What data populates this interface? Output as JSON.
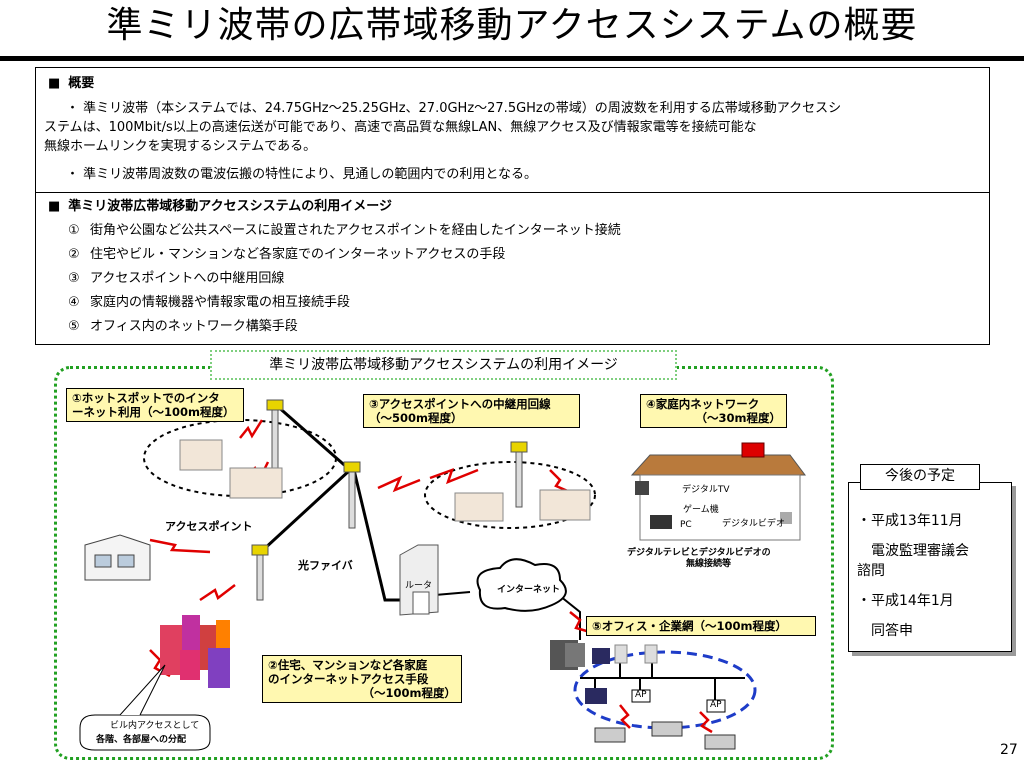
{
  "title": "準ミリ波帯の広帯域移動アクセスシステムの概要",
  "overview": {
    "heading": "概要",
    "bullet1_line1": "・ 準ミリ波帯（本システムでは、24.75GHz～25.25GHz、27.0GHz～27.5GHzの帯域）の周波数を利用する広帯域移動アクセスシ",
    "bullet1_line2": "ステムは、100Mbit/s以上の高速伝送が可能であり、高速で高品質な無線LAN、無線アクセス及び情報家電等を接続可能な",
    "bullet1_line3": "無線ホームリンクを実現するシステムである。",
    "bullet2": "・ 準ミリ波帯周波数の電波伝搬の特性により、見通しの範囲内での利用となる。"
  },
  "usage": {
    "heading": "準ミリ波帯広帯域移動アクセスシステムの利用イメージ",
    "items": [
      {
        "num": "①",
        "text": "街角や公園など公共スペースに設置されたアクセスポイントを経由したインターネット接続"
      },
      {
        "num": "②",
        "text": "住宅やビル・マンションなど各家庭でのインターネットアクセスの手段"
      },
      {
        "num": "③",
        "text": "アクセスポイントへの中継用回線"
      },
      {
        "num": "④",
        "text": "家庭内の情報機器や情報家電の相互接続手段"
      },
      {
        "num": "⑤",
        "text": "オフィス内のネットワーク構築手段"
      }
    ]
  },
  "diagram": {
    "caption": "準ミリ波帯広帯域移動アクセスシステムの利用イメージ",
    "box1_line1": "①ホットスポットでのインタ",
    "box1_line2": "ーネット利用（～100m程度）",
    "box3_line1": "③アクセスポイントへの中継用回線",
    "box3_line2": "（～500m程度）",
    "box4_line1": "④家庭内ネットワーク",
    "box4_line2": "（～30m程度）",
    "box2_line1": "②住宅、マンションなど各家庭",
    "box2_line2": "のインターネットアクセス手段",
    "box2_line3": "（～100m程度）",
    "box5": "⑤オフィス・企業網（～100m程度）",
    "label_access_point": "アクセスポイント",
    "label_fiber": "光ファイバ",
    "label_router": "ルータ",
    "label_internet": "インターネット",
    "label_digital_tv": "デジタルTV",
    "label_game": "ゲーム機",
    "label_pc": "PC",
    "label_digital_video": "デジタルビデオ",
    "label_home_caption1": "デジタルテレビとデジタルビデオの",
    "label_home_caption2": "無線接続等",
    "label_building_line1": "ビル内アクセスとして",
    "label_building_line2": "各階、各部屋への分配",
    "label_ap1": "AP",
    "label_ap2": "AP"
  },
  "plan": {
    "title": "今後の予定",
    "line1": "・平成13年11月",
    "line2": "　電波監理審議会",
    "line3": "諮問",
    "line4": "・平成14年1月",
    "line5": "　同答申"
  },
  "page_number": "27",
  "colors": {
    "frame_green": "#22a022",
    "label_yellow": "#fff8b0",
    "radio_red": "#e00000",
    "office_ring_blue": "#1e3cc8"
  }
}
